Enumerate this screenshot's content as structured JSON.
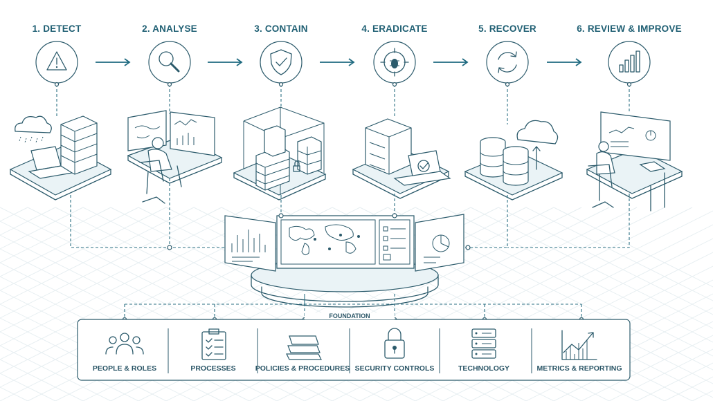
{
  "steps": [
    {
      "title": "1. DETECT",
      "icon": "warning-icon"
    },
    {
      "title": "2. ANALYSE",
      "icon": "magnifier-icon"
    },
    {
      "title": "3. CONTAIN",
      "icon": "shield-check-icon"
    },
    {
      "title": "4. ERADICATE",
      "icon": "bug-target-icon"
    },
    {
      "title": "5. RECOVER",
      "icon": "refresh-icon"
    },
    {
      "title": "6. REVIEW & IMPROVE",
      "icon": "bar-chart-icon"
    }
  ],
  "foundation": {
    "label": "FOUNDATION",
    "pillars": [
      {
        "label": "PEOPLE & ROLES",
        "icon": "people-icon"
      },
      {
        "label": "PROCESSES",
        "icon": "clipboard-icon"
      },
      {
        "label": "POLICIES & PROCEDURES",
        "icon": "books-icon"
      },
      {
        "label": "SECURITY CONTROLS",
        "icon": "padlock-icon"
      },
      {
        "label": "TECHNOLOGY",
        "icon": "server-icon"
      },
      {
        "label": "METRICS & REPORTING",
        "icon": "trend-chart-icon"
      }
    ]
  },
  "colors": {
    "accent": "#1f5f73",
    "line": "#2b5a6b",
    "panel_fill": "#eaf3f6"
  }
}
